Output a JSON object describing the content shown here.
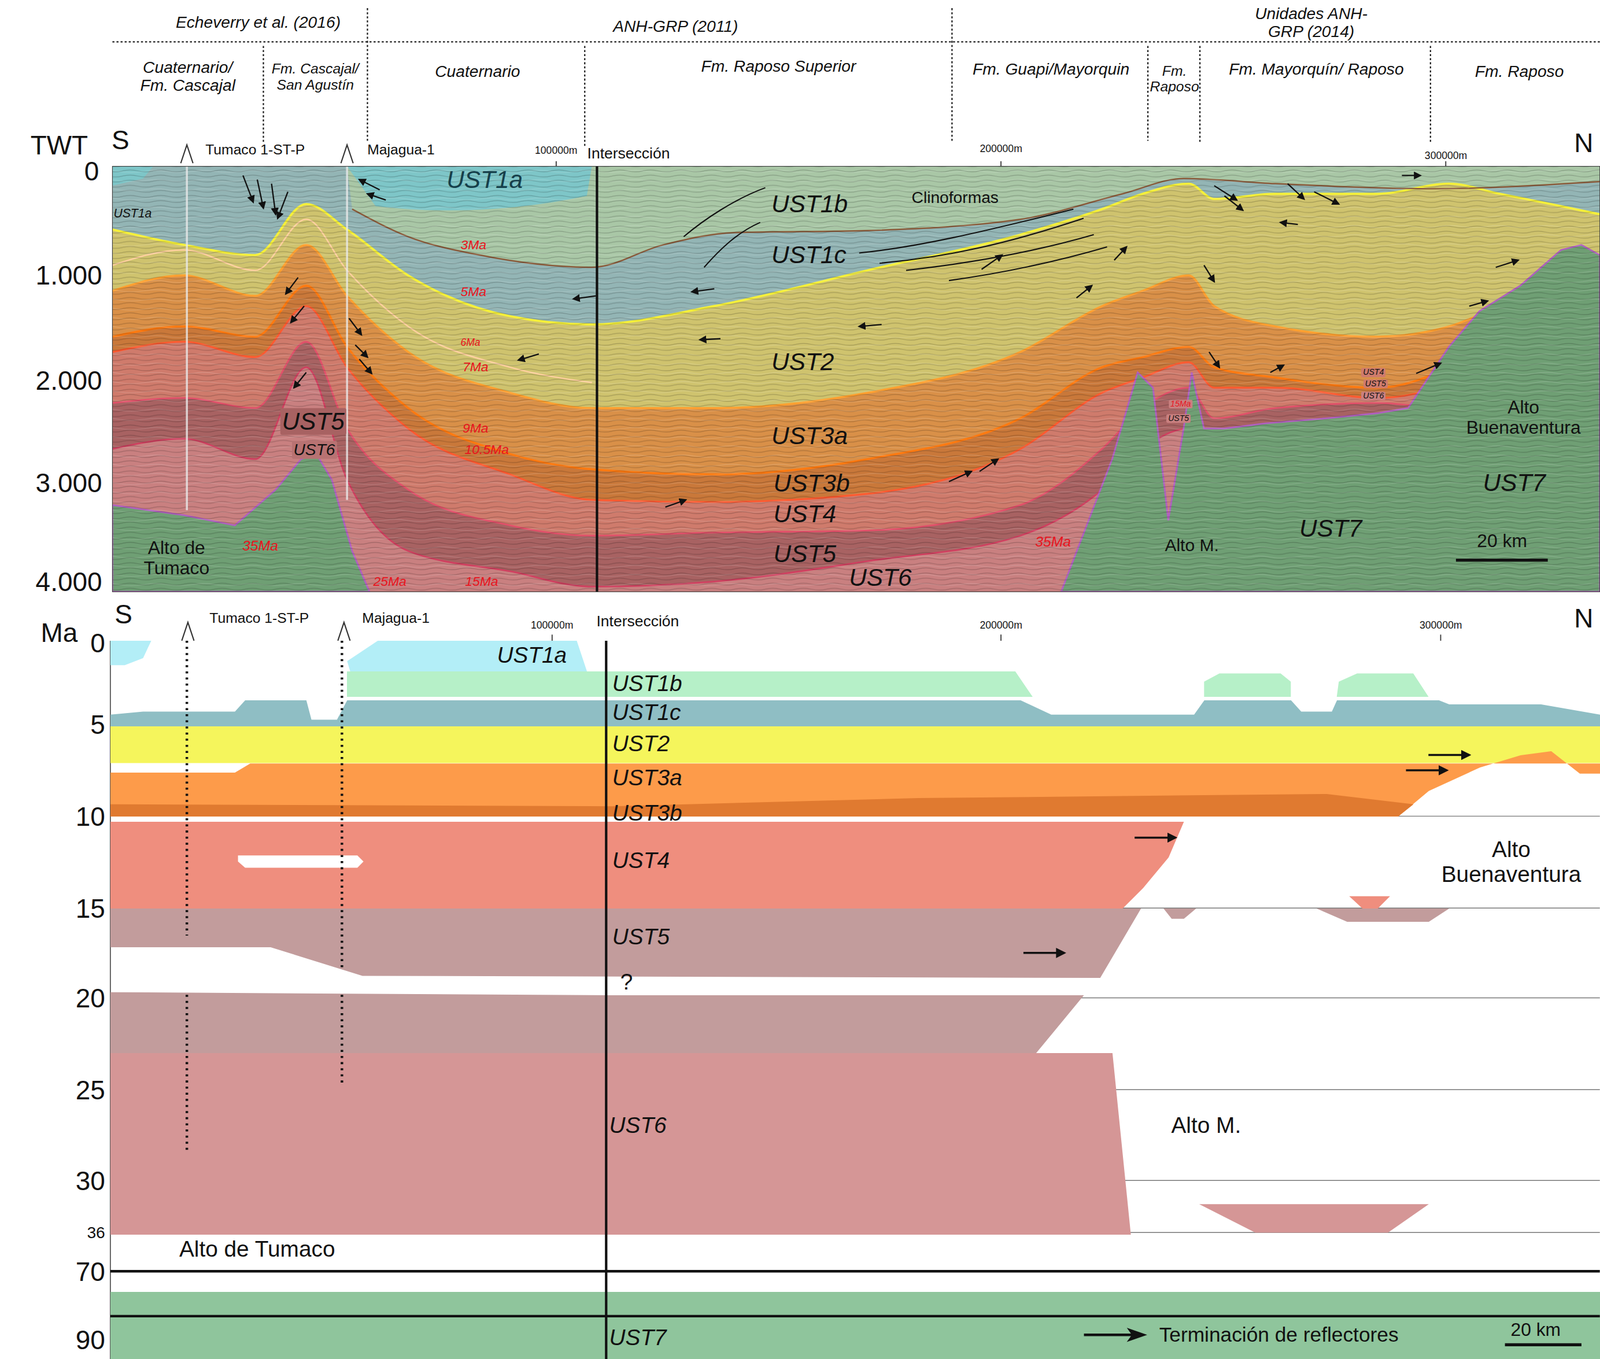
{
  "diagram": {
    "nodes": [
      {
        "text": [
          "UST1a"
        ]
      },
      {
        "text": [
          "UST1b"
        ]
      },
      {
        "text": [
          "UST1c"
        ]
      },
      {
        "text": [
          "UST2"
        ]
      },
      {
        "text": [
          "UST3a"
        ]
      },
      {
        "text": [
          "UST3b"
        ]
      },
      {
        "text": [
          "UST4"
        ]
      },
      {
        "text": [
          "UST5"
        ]
      },
      {
        "text": [
          "UST6"
        ]
      },
      {
        "text": [
          "UST7"
        ]
      }
    ],
    "labels": [
      "Echeverry et al. (2016)",
      "ANH-GRP (2011)",
      "Unidades ANH-GRP (2014)",
      "Cuaternario/ Fm. Cascajal",
      "Fm. Cascajal/ San Agustín",
      "Cuaternario",
      "Fm. Raposo Superior",
      "Fm. Guapi/Mayorquin",
      "Fm. Raposo",
      "Fm. Mayorquín/ Raposo",
      "Fm. Raposo",
      "TWT",
      "S",
      "Tumaco 1-ST-P",
      "Majagua-1",
      "100000m",
      "Intersección",
      "200000m",
      "300000m",
      "N",
      "0",
      "1.000",
      "2.000",
      "3.000",
      "4.000",
      "UST1a",
      "UST1a",
      "UST1b",
      "Clinoformas",
      "UST1c",
      "UST2",
      "UST3a",
      "UST3b",
      "UST4",
      "UST5",
      "UST6",
      "UST5",
      "UST6",
      "3Ma",
      "5Ma",
      "6Ma",
      "7Ma",
      "9Ma",
      "10.5Ma",
      "35Ma",
      "25Ma",
      "15Ma",
      "35Ma",
      "15Ma",
      "UST5",
      "UST4",
      "UST5",
      "UST6",
      "Alto de Tumaco",
      "Alto M.",
      "UST7",
      "Alto Buenaventura",
      "UST7",
      "20 km",
      "Ma",
      "S",
      "Tumaco 1-ST-P",
      "Majagua-1",
      "100000m",
      "Intersección",
      "200000m",
      "300000m",
      "N",
      "0",
      "5",
      "10",
      "15",
      "20",
      "25",
      "30",
      "36",
      "70",
      "90",
      "?",
      "Alto de Tumaco",
      "Alto M.",
      "Alto Buenaventura",
      "20 km"
    ],
    "legend": [
      {
        "text": "Terminación de reflectores"
      }
    ]
  }
}
